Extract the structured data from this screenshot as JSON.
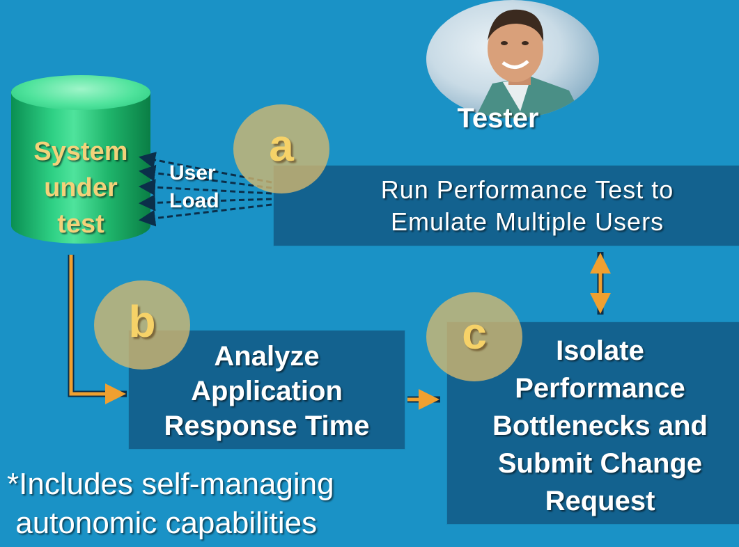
{
  "diagram": {
    "tester": {
      "label": "Tester"
    },
    "system": {
      "lines": [
        "System",
        "under",
        "test"
      ]
    },
    "user_load": {
      "user": "User",
      "load": "Load"
    },
    "steps": {
      "a": {
        "letter": "a",
        "lines": [
          "Run Performance Test to",
          "Emulate Multiple Users"
        ]
      },
      "b": {
        "letter": "b",
        "lines": [
          "Analyze",
          "Application",
          "Response Time"
        ]
      },
      "c": {
        "letter": "c",
        "lines": [
          "Isolate",
          "Performance",
          "Bottlenecks and",
          "Submit Change",
          "Request"
        ]
      }
    },
    "footnote": {
      "lines": [
        "*Includes self-managing",
        " autonomic capabilities"
      ]
    }
  },
  "colors": {
    "background": "#1a92c6",
    "box": "#13628f",
    "arrow": "#f0a030",
    "step_circle": "#d6b86e",
    "db_text": "#f3d27a"
  }
}
